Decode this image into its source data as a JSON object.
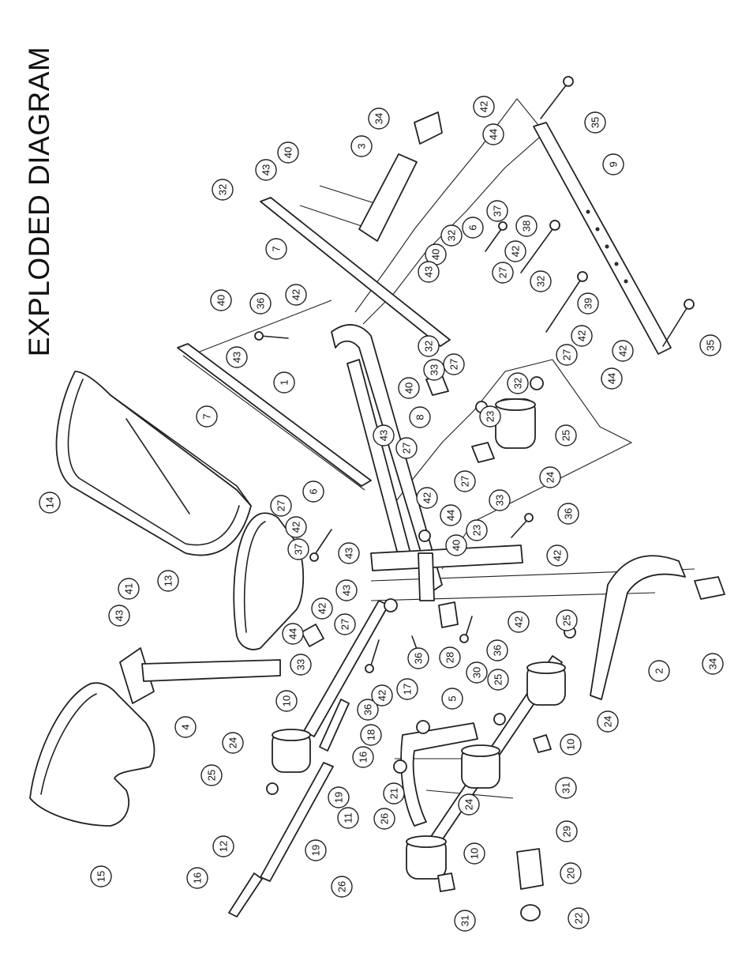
{
  "title": "EXPLODED DIAGRAM",
  "callouts": [
    "1",
    "2",
    "3",
    "4",
    "5",
    "6",
    "6",
    "7",
    "7",
    "8",
    "9",
    "10",
    "10",
    "10",
    "11",
    "12",
    "13",
    "14",
    "15",
    "16",
    "16",
    "17",
    "18",
    "19",
    "19",
    "20",
    "21",
    "22",
    "23",
    "23",
    "24",
    "24",
    "24",
    "24",
    "25",
    "25",
    "25",
    "25",
    "26",
    "26",
    "27",
    "27",
    "27",
    "27",
    "27",
    "27",
    "27",
    "28",
    "29",
    "30",
    "31",
    "31",
    "32",
    "32",
    "32",
    "32",
    "32",
    "33",
    "33",
    "33",
    "34",
    "34",
    "35",
    "35",
    "36",
    "36",
    "36",
    "36",
    "36",
    "37",
    "37",
    "38",
    "39",
    "40",
    "40",
    "40",
    "40",
    "40",
    "41",
    "42",
    "42",
    "42",
    "42",
    "42",
    "42",
    "42",
    "42",
    "42",
    "42",
    "42",
    "43",
    "43",
    "43",
    "43",
    "43",
    "43",
    "43",
    "44",
    "44",
    "44",
    "44"
  ]
}
